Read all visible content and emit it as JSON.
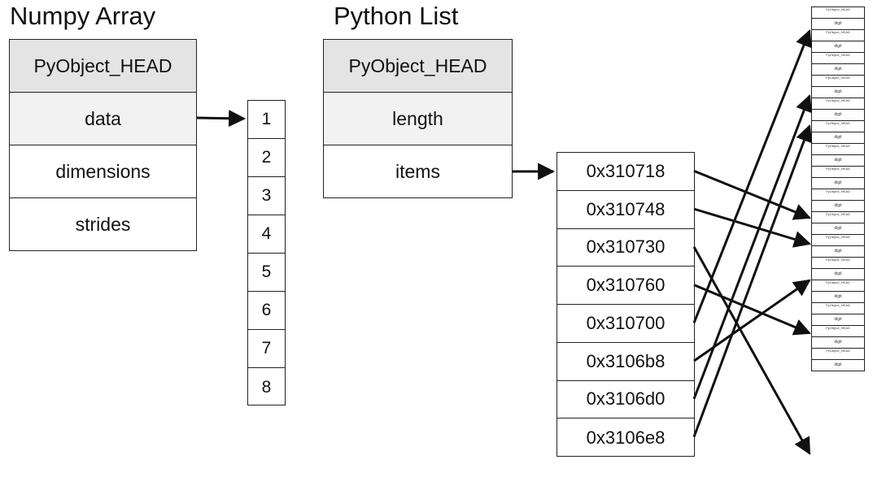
{
  "numpy_array": {
    "title": "Numpy Array",
    "fields": [
      "PyObject_HEAD",
      "data",
      "dimensions",
      "strides"
    ],
    "data_values": [
      "1",
      "2",
      "3",
      "4",
      "5",
      "6",
      "7",
      "8"
    ]
  },
  "python_list": {
    "title": "Python List",
    "fields": [
      "PyObject_HEAD",
      "length",
      "items"
    ],
    "item_addresses": [
      "0x310718",
      "0x310748",
      "0x310730",
      "0x310760",
      "0x310700",
      "0x3106b8",
      "0x3106d0",
      "0x3106e8"
    ]
  },
  "heap": {
    "object_count": 16,
    "object_head_label": "PyObject_HEAD",
    "object_value_label": "digit"
  },
  "colors": {
    "line": "#111111",
    "header_fill": "#e4e4e4",
    "highlight_fill": "#f2f2f2"
  }
}
